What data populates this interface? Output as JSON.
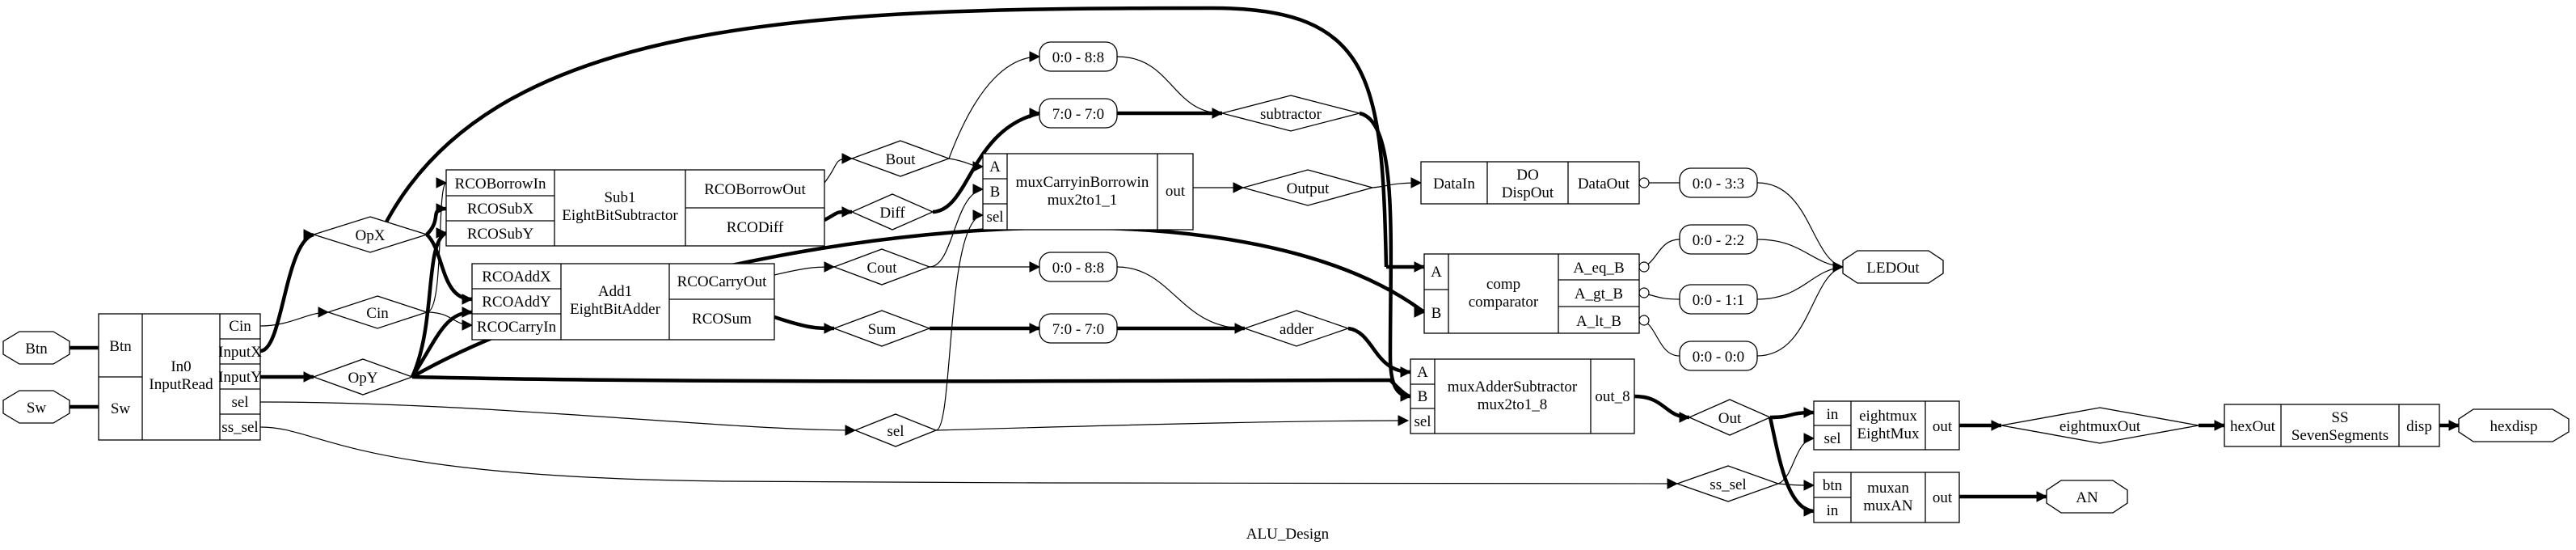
{
  "title": "ALU_Design",
  "ports": {
    "Btn": "Btn",
    "Sw": "Sw",
    "LEDOut": "LEDOut",
    "hexdisp": "hexdisp",
    "AN": "AN"
  },
  "modules": {
    "InputRead": {
      "name": "In0",
      "type": "InputRead",
      "in": [
        "Btn",
        "Sw"
      ],
      "out": [
        "Cin",
        "InputX",
        "InputY",
        "sel",
        "ss_sel"
      ]
    },
    "Sub1": {
      "name": "Sub1",
      "type": "EightBitSubtractor",
      "in": [
        "RCOBorrowIn",
        "RCOSubX",
        "RCOSubY"
      ],
      "out": [
        "RCOBorrowOut",
        "RCODiff"
      ]
    },
    "Add1": {
      "name": "Add1",
      "type": "EightBitAdder",
      "in": [
        "RCOAddX",
        "RCOAddY",
        "RCOCarryIn"
      ],
      "out": [
        "RCOCarryOut",
        "RCOSum"
      ]
    },
    "muxCarry": {
      "name": "muxCarryinBorrowin",
      "type": "mux2to1_1",
      "in": [
        "A",
        "B",
        "sel"
      ],
      "out": [
        "out"
      ]
    },
    "DispOut": {
      "name": "DO",
      "type": "DispOut",
      "in": [
        "DataIn"
      ],
      "out": [
        "DataOut"
      ]
    },
    "comp": {
      "name": "comp",
      "type": "comparator",
      "in": [
        "A",
        "B"
      ],
      "out": [
        "A_eq_B",
        "A_gt_B",
        "A_lt_B"
      ]
    },
    "muxAddSub": {
      "name": "muxAdderSubtractor",
      "type": "mux2to1_8",
      "in": [
        "A",
        "B",
        "sel"
      ],
      "out": [
        "out_8"
      ]
    },
    "eightmux": {
      "name": "eightmux",
      "type": "EightMux",
      "in": [
        "in",
        "sel"
      ],
      "out": [
        "out"
      ]
    },
    "muxan": {
      "name": "muxan",
      "type": "muxAN",
      "in": [
        "btn",
        "in"
      ],
      "out": [
        "out"
      ]
    },
    "SS": {
      "name": "SS",
      "type": "SevenSegments",
      "in": [
        "hexOut"
      ],
      "out": [
        "disp"
      ]
    }
  },
  "nets": {
    "OpX": "OpX",
    "Cin": "Cin",
    "OpY": "OpY",
    "Bout": "Bout",
    "Diff": "Diff",
    "Cout": "Cout",
    "Sum": "Sum",
    "sel": "sel",
    "subtractor": "subtractor",
    "adder": "adder",
    "Output": "Output",
    "Out": "Out",
    "ss_sel": "ss_sel",
    "eightmuxOut": "eightmuxOut"
  },
  "slices": {
    "s_bout": "0:0 - 8:8",
    "s_diff": "7:0 - 7:0",
    "s_cout": "0:0 - 8:8",
    "s_sum": "7:0 - 7:0",
    "s_do": "0:0 - 3:3",
    "s_eq": "0:0 - 2:2",
    "s_gt": "0:0 - 1:1",
    "s_lt": "0:0 - 0:0"
  }
}
